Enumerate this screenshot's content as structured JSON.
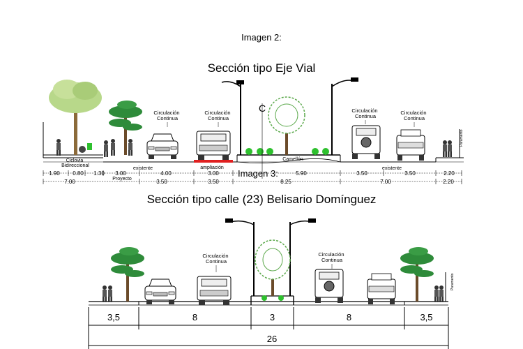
{
  "image2_label": "Imagen 2:",
  "image3_label": "Imagen 3:",
  "section1": {
    "title": "Sección tipo Eje Vial",
    "centerline": "C",
    "lane_labels": [
      "Circulación\nContinua",
      "Circulación\nContinua",
      "Circulación\nContinua",
      "Circulación\nContinua"
    ],
    "ciclovia": "Ciclovia\nBidireccional",
    "camellon": "Camellón",
    "existente_left": "existente",
    "existente_right": "existente",
    "ampliacion": "ampliación",
    "proyecto": "Proyecto",
    "paramento": "Paramento",
    "dims_top": [
      "1.90",
      "0.80",
      "1.30",
      "3.00",
      "4.00",
      "3.00",
      "5.90",
      "3.50",
      "3.50",
      "2.20"
    ],
    "dims_bottom": [
      "7.00",
      "3.50",
      "3.50",
      "8.25",
      "7.00",
      "2.20"
    ]
  },
  "section2": {
    "title": "Sección tipo calle (23) Belisario Domínguez",
    "lane_label_left": "Circulación\nContinua",
    "lane_label_right": "Circulación\nContinua",
    "paramento": "Paramento",
    "dims": [
      "3,5",
      "8",
      "3",
      "8",
      "3,5"
    ],
    "total": "26"
  },
  "colors": {
    "tree_green": "#2e8b3a",
    "light_tree": "#b8d88a",
    "red_strip": "#e02020",
    "ink": "#000000"
  }
}
